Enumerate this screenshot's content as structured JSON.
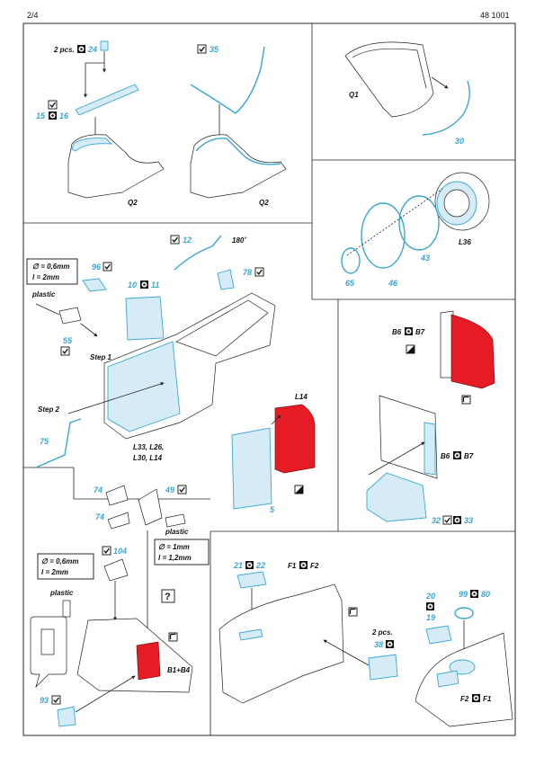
{
  "header": {
    "page": "2/4",
    "code": "48 1001"
  },
  "colors": {
    "pe_blue": "#3aa7d2",
    "pe_fill": "#d5ecf6",
    "painted_red": "#e51c24"
  },
  "icons": {
    "check": "checkmark-icon",
    "fold": "bend-symbol-icon",
    "circle": "remove-symbol-icon",
    "question": "question-mark-icon"
  },
  "panel1": {
    "count_label": "2 pcs.",
    "p24": "24",
    "p15": "15",
    "p16": "16",
    "q2a": "Q2",
    "p35": "35",
    "q2b": "Q2"
  },
  "panel2": {
    "q1": "Q1",
    "p30": "30"
  },
  "panel3": {
    "l36": "L36",
    "p43": "43",
    "p46": "46",
    "p65": "65"
  },
  "panel4": {
    "dia": "∅ = 0,6mm",
    "len": "l = 2mm",
    "plastic": "plastic",
    "p96": "96",
    "p55": "55",
    "step1": "Step 1",
    "p10": "10",
    "p11": "11",
    "p12": "12",
    "angle": "180˚",
    "p78": "78",
    "step2": "Step 2",
    "p75": "75",
    "l_list1": "L33, L26,",
    "l_list2": "L30, L14"
  },
  "panel5": {
    "b6a": "B6",
    "b7a": "B7",
    "b6b": "B6",
    "b7b": "B7",
    "p32": "32",
    "p33": "33"
  },
  "panel6": {
    "l14": "L14",
    "p5": "5"
  },
  "panel7": {
    "p74a": "74",
    "p74b": "74",
    "p49": "49",
    "plastic_a": "plastic",
    "dia_a": "∅ = 1mm",
    "len_a": "l = 1,2mm",
    "dia_b": "∅ = 0,6mm",
    "len_b": "l = 2mm",
    "p104": "104",
    "plastic_b": "plastic",
    "q": "?",
    "b1b4": "B1+B4",
    "p93": "93"
  },
  "panel8": {
    "p21": "21",
    "p22": "22",
    "f1": "F1",
    "f2": "F2",
    "count_label": "2 pcs.",
    "p38": "38",
    "p20": "20",
    "p19": "19",
    "p99": "99",
    "p80": "80",
    "f2b": "F2",
    "f1b": "F1"
  }
}
